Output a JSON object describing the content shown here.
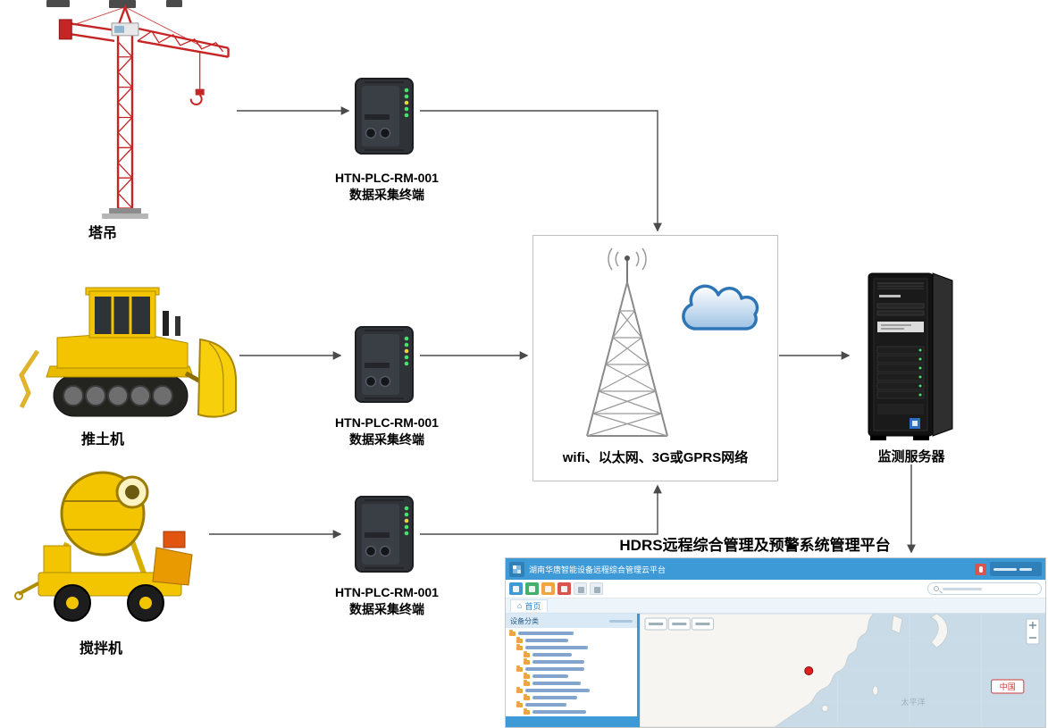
{
  "diagram": {
    "machines": [
      {
        "id": "tower-crane",
        "label": "塔吊"
      },
      {
        "id": "bulldozer",
        "label": "推土机"
      },
      {
        "id": "mixer",
        "label": "搅拌机"
      }
    ],
    "plc": {
      "line1": "HTN-PLC-RM-001",
      "line2": "数据采集终端"
    },
    "network": {
      "label": "wifi、以太网、3G或GPRS网络"
    },
    "server": {
      "label": "监测服务器"
    },
    "platform": {
      "title": "HDRS远程综合管理及预警系统管理平台",
      "app": {
        "header_title": "湖南华唐智能设备远程综合管理云平台",
        "tab_home": "首页",
        "panel_title": "设备分类",
        "map_region": "中国",
        "map_ocean": "太平洋"
      }
    },
    "colors": {
      "arrow": "#4a4a4a",
      "machine_yellow": "#F2C500",
      "crane_red": "#C52525",
      "cloud_blue": "#2E75B6",
      "header_blue": "#3D9AD7",
      "led_green": "#46E26B",
      "marker_red": "#E02020"
    }
  }
}
